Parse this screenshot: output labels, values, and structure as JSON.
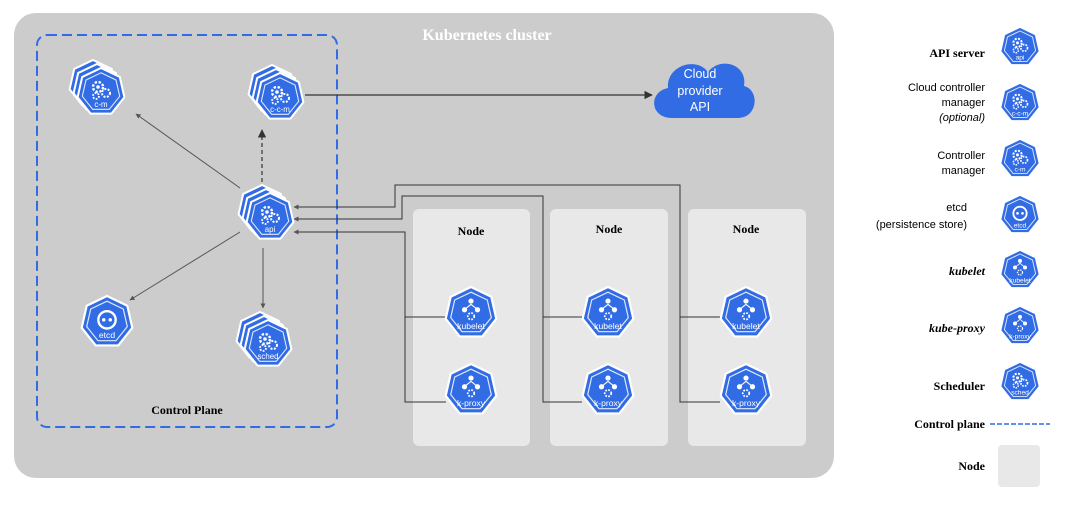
{
  "cluster": {
    "title": "Kubernetes cluster"
  },
  "control_plane": {
    "label": "Control Plane"
  },
  "cloud": {
    "lines": [
      "Cloud",
      "provider",
      "API"
    ]
  },
  "components": {
    "cm": "c-m",
    "ccm": "c-c-m",
    "api": "api",
    "etcd": "etcd",
    "sched": "sched"
  },
  "nodes": [
    {
      "title": "Node",
      "kubelet": "kubelet",
      "kproxy": "k-proxy"
    },
    {
      "title": "Node",
      "kubelet": "kubelet",
      "kproxy": "k-proxy"
    },
    {
      "title": "Node",
      "kubelet": "kubelet",
      "kproxy": "k-proxy"
    }
  ],
  "legend": {
    "api_server": "API server",
    "ccm": [
      "Cloud controller",
      "manager"
    ],
    "ccm_optional": "(optional)",
    "cm": [
      "Controller",
      "manager"
    ],
    "etcd": "etcd",
    "etcd_sub": "(persistence store)",
    "kubelet": "kubelet",
    "kube_proxy": "kube-proxy",
    "scheduler": "Scheduler",
    "control_plane": "Control plane",
    "node": "Node"
  },
  "colors": {
    "k8s_blue": "#326ce5",
    "cluster_bg": "#cccccc",
    "node_bg": "#e8e8e8",
    "arrow": "#333333"
  },
  "icons": {
    "controller": "gears-icon",
    "etcd": "etcd-icon",
    "kubelet": "kubelet-icon",
    "kproxy": "network-icon",
    "cloud": "cloud-icon"
  }
}
